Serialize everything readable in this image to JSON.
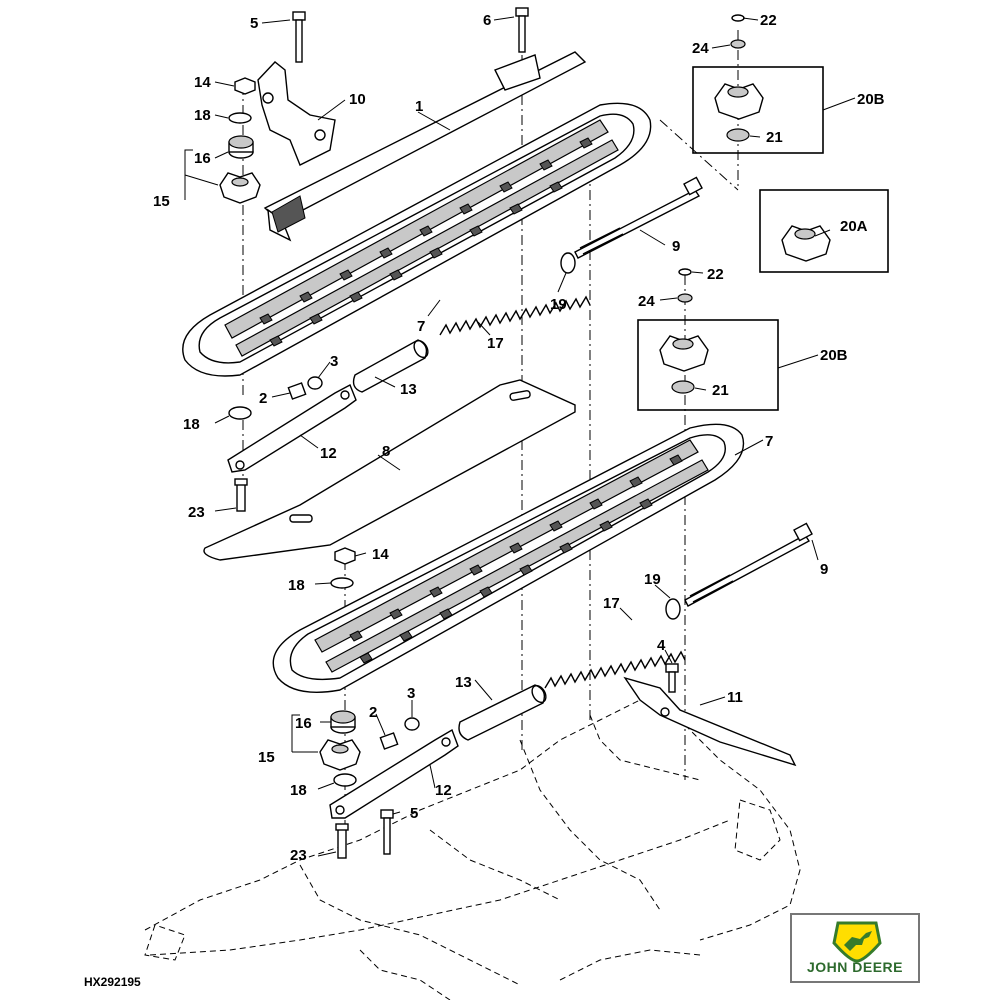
{
  "figure_id": "HX292195",
  "brand": {
    "name": "JOHN DEERE",
    "green": "#367c2b",
    "yellow": "#ffde00"
  },
  "callouts": {
    "c5a": "5",
    "c6": "6",
    "c22a": "22",
    "c24a": "24",
    "c14a": "14",
    "c10": "10",
    "c1": "1",
    "c18a": "18",
    "c16a": "16",
    "c20b_a": "20B",
    "c15a": "15",
    "c21a": "21",
    "c20a": "20A",
    "c9a": "9",
    "c22b": "22",
    "c24b": "24",
    "c19a": "19",
    "c7a": "7",
    "c17a": "17",
    "c20b_b": "20B",
    "c3a": "3",
    "c13a": "13",
    "c2a": "2",
    "c21b": "21",
    "c18b": "18",
    "c12a": "12",
    "c8": "8",
    "c7b": "7",
    "c23a": "23",
    "c14b": "14",
    "c9b": "9",
    "c18c": "18",
    "c19b": "19",
    "c17b": "17",
    "c4": "4",
    "c11": "11",
    "c13b": "13",
    "c3b": "3",
    "c16b": "16",
    "c2b": "2",
    "c15b": "15",
    "c12b": "12",
    "c18d": "18",
    "c5b": "5",
    "c23b": "23"
  },
  "icons": [
    "bolt-icon",
    "nut-icon",
    "washer-icon",
    "knob-icon",
    "chain-track",
    "spring-icon",
    "leaping-deer-logo"
  ]
}
